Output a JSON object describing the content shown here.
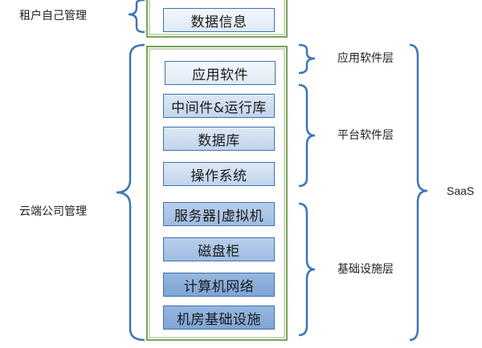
{
  "top_group": {
    "label": "租户自己管理",
    "layers": [
      "数据信息"
    ]
  },
  "main_group": {
    "label": "云端公司管理",
    "layers": [
      "应用软件",
      "中间件&运行库",
      "数据库",
      "操作系统",
      "服务器|虚拟机",
      "磁盘柜",
      "计算机网络",
      "机房基础设施"
    ]
  },
  "right_groups": {
    "app_layer": "应用软件层",
    "platform_layer": "平台软件层",
    "infra_layer": "基础设施层"
  },
  "service_model": "SaaS",
  "colors": {
    "frame_border": "#7aa05a",
    "brace": "#3d75b5",
    "box_border": "#3b72b0"
  }
}
